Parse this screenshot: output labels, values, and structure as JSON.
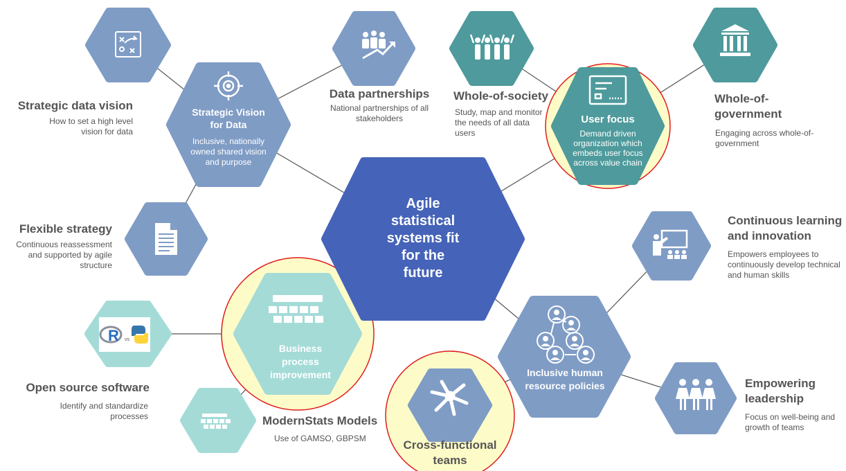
{
  "colors": {
    "steel_blue": "#7f9cc5",
    "teal": "#4e9a9c",
    "light_teal": "#a4dbd7",
    "dark_blue": "#4563b8",
    "highlight_fill": "#fdfcc8",
    "highlight_ring": "#e01b1b",
    "line": "#555555",
    "text": "#555555"
  },
  "center": {
    "label": "Agile statistical systems fit for the future"
  },
  "nodes": {
    "strategic_vision": {
      "title": "Strategic Vision for Data",
      "desc": "Inclusive, nationally owned shared vision and purpose",
      "icon": "target-icon"
    },
    "strategic_data_vision": {
      "title": "Strategic data vision",
      "desc": "How to set a high level vision for data",
      "icon": "strategy-board-icon"
    },
    "flexible_strategy": {
      "title": "Flexible strategy",
      "desc": "Continuous reassessment and supported by agile structure",
      "icon": "document-icon"
    },
    "data_partnerships": {
      "title": "Data partnerships",
      "desc": "National partnerships of all stakeholders",
      "icon": "partners-growth-icon"
    },
    "whole_of_society": {
      "title": "Whole-of-society",
      "desc": "Study, map and monitor the needs of all data users",
      "icon": "crowd-icon"
    },
    "user_focus": {
      "title": "User focus",
      "desc": "Demand driven organization which embeds user focus across value chain",
      "icon": "id-card-icon"
    },
    "whole_of_government": {
      "title": "Whole-of-government",
      "desc": "Engaging across whole-of-government",
      "icon": "government-building-icon"
    },
    "continuous_learning": {
      "title": "Continuous learning and innovation",
      "desc": "Empowers employees to continuously develop technical and human skills",
      "icon": "teacher-board-icon"
    },
    "inclusive_hr": {
      "title": "Inclusive human resource policies",
      "icon": "people-network-icon"
    },
    "empowering_leadership": {
      "title": "Empowering leadership",
      "desc": "Focus on well-being and growth of teams",
      "icon": "women-group-icon"
    },
    "cross_functional": {
      "title": "Cross-functional teams",
      "icon": "joined-hands-icon"
    },
    "business_process": {
      "title": "Business process improvement",
      "icon": "blocks-icon"
    },
    "open_source": {
      "title": "Open source software",
      "desc": "Identify and standardize processes",
      "icon": "r-vs-python-icon",
      "logo_text": "vs"
    },
    "modernstats": {
      "title": "ModernStats Models",
      "desc": "Use of GAMSO, GBPSM",
      "icon": "blocks-icon"
    }
  }
}
